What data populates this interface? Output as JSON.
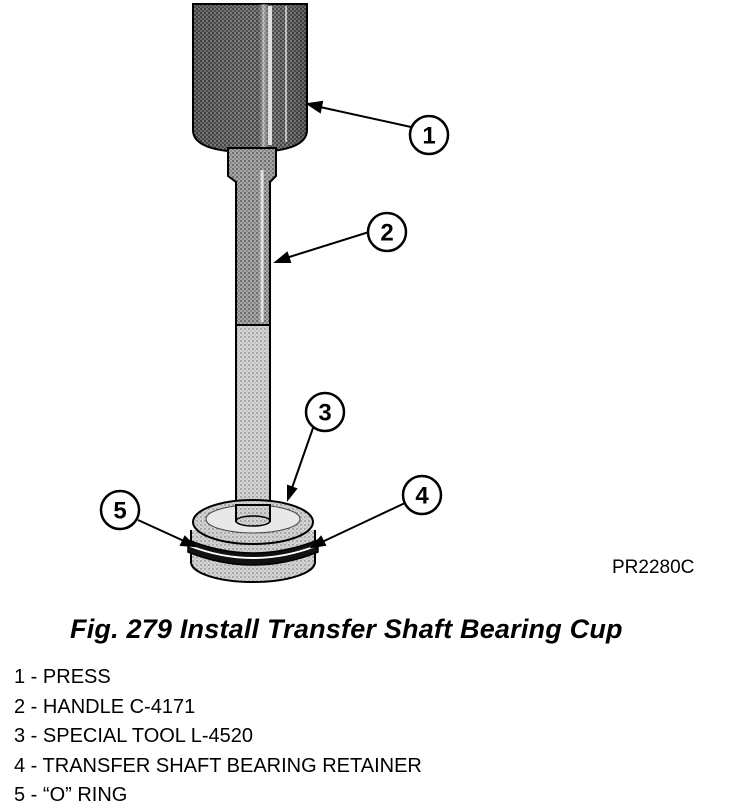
{
  "figure": {
    "code": "PR2280C",
    "caption": "Fig. 279 Install Transfer Shaft Bearing Cup",
    "callouts": [
      "1",
      "2",
      "3",
      "4",
      "5"
    ]
  },
  "legend": [
    {
      "num": "1",
      "text": "PRESS"
    },
    {
      "num": "2",
      "text": "HANDLE C-4171"
    },
    {
      "num": "3",
      "text": "SPECIAL TOOL L-4520"
    },
    {
      "num": "4",
      "text": "TRANSFER SHAFT BEARING RETAINER"
    },
    {
      "num": "5",
      "text": "“O” RING"
    }
  ]
}
